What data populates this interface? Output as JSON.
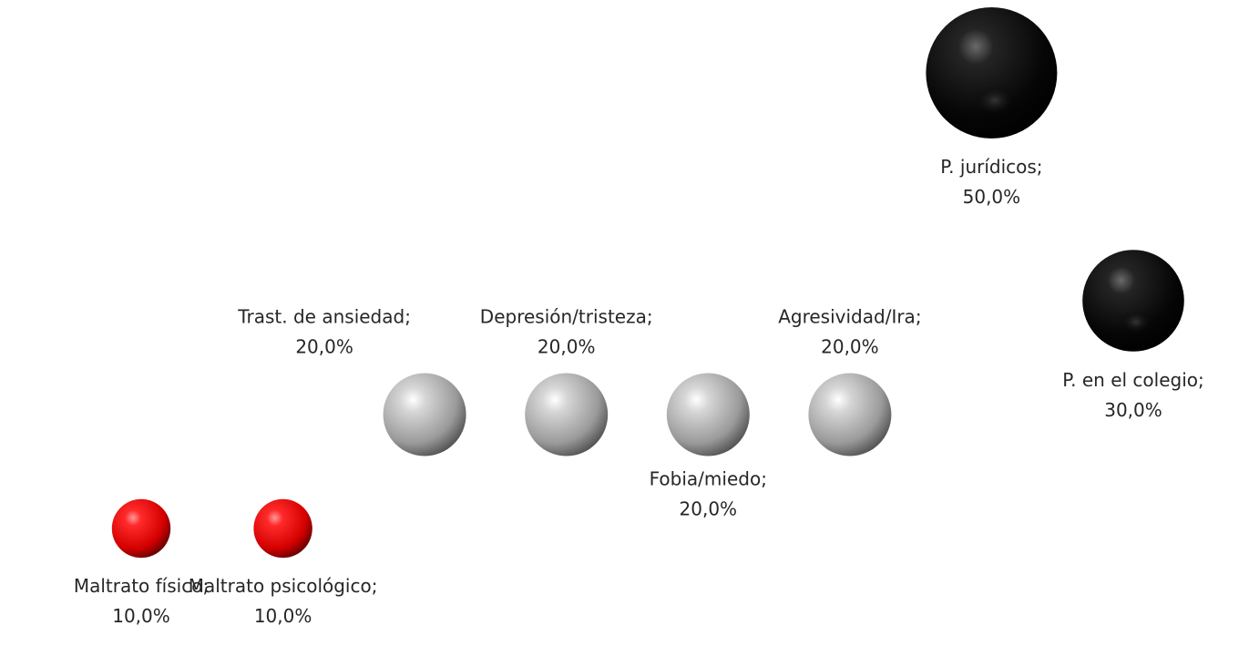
{
  "chart_data": {
    "type": "bubble",
    "title": "",
    "xlabel": "",
    "ylabel": "",
    "grid": false,
    "legend": "none",
    "colors": {
      "red": "#e01010",
      "gray": "#a0a0a0",
      "black": "#101010"
    },
    "points": [
      {
        "label": "Maltrato físico;",
        "value": "10,0%",
        "x": 1,
        "y": 10.0,
        "size": 10.0,
        "color": "red",
        "label_pos": "below"
      },
      {
        "label": "Maltrato psicológico;",
        "value": "10,0%",
        "x": 2,
        "y": 10.0,
        "size": 10.0,
        "color": "red",
        "label_pos": "below"
      },
      {
        "label": "Trast. de ansiedad;",
        "value": "20,0%",
        "x": 3,
        "y": 20.0,
        "size": 20.0,
        "color": "gray",
        "label_pos": "above-left"
      },
      {
        "label": "Depresión/tristeza;",
        "value": "20,0%",
        "x": 4,
        "y": 20.0,
        "size": 20.0,
        "color": "gray",
        "label_pos": "above"
      },
      {
        "label": "Fobia/miedo;",
        "value": "20,0%",
        "x": 5,
        "y": 20.0,
        "size": 20.0,
        "color": "gray",
        "label_pos": "below"
      },
      {
        "label": "Agresividad/Ira;",
        "value": "20,0%",
        "x": 6,
        "y": 20.0,
        "size": 20.0,
        "color": "gray",
        "label_pos": "above"
      },
      {
        "label": "P. jurídicos;",
        "value": "50,0%",
        "x": 7,
        "y": 50.0,
        "size": 50.0,
        "color": "black",
        "label_pos": "below"
      },
      {
        "label": "P. en el colegio;",
        "value": "30,0%",
        "x": 8,
        "y": 30.0,
        "size": 30.0,
        "color": "black",
        "label_pos": "below"
      }
    ]
  }
}
